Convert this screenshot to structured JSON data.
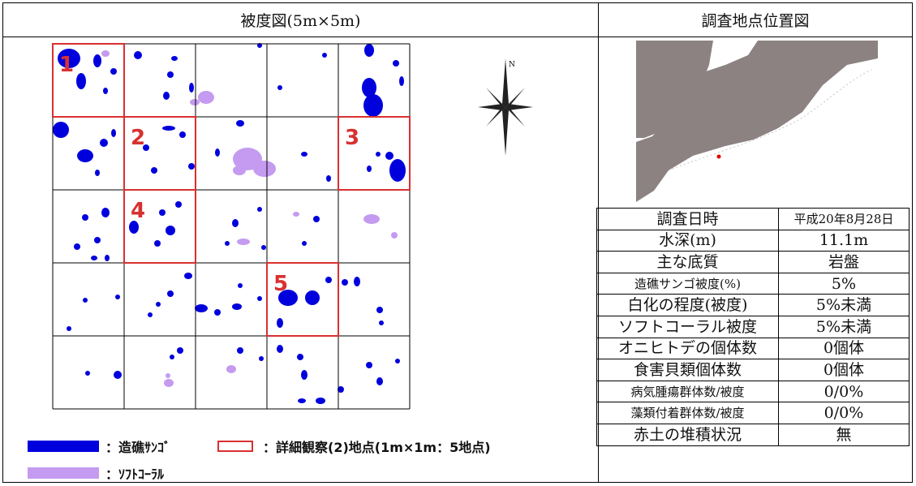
{
  "left_panel": {
    "title": "被度図(5m×5m)",
    "grid": {
      "rows": 5,
      "cols": 5
    },
    "detail_points": [
      {
        "label": "1",
        "row": 0,
        "col": 0
      },
      {
        "label": "2",
        "row": 1,
        "col": 1
      },
      {
        "label": "3",
        "row": 1,
        "col": 4
      },
      {
        "label": "4",
        "row": 2,
        "col": 1
      },
      {
        "label": "5",
        "row": 3,
        "col": 3
      }
    ],
    "legend": [
      {
        "swatch": "blue-bar",
        "color": "#0000dd",
        "text": "：造礁ｻﾝｺﾞ"
      },
      {
        "swatch": "red-outline-box",
        "color": "#d93030",
        "text": "：詳細観察(2)地点(1m×1m：5地点)"
      },
      {
        "swatch": "lilac-bar",
        "color": "#c49bf0",
        "text": "：ｿﾌﾄｺｰﾗﾙ"
      }
    ],
    "compass_label": "N",
    "colors": {
      "coral": "#0000dd",
      "soft_coral": "#c49bf0",
      "detail_box": "#d93030"
    }
  },
  "right_panel": {
    "title": "調査地点位置図",
    "map_colors": {
      "land": "#8c8282",
      "sea": "#ffffff",
      "marker": "#e00000"
    },
    "table": [
      {
        "key": "調査日時",
        "value": "平成20年8月28日"
      },
      {
        "key": "水深(m)",
        "value": "11.1m"
      },
      {
        "key": "主な底質",
        "value": "岩盤"
      },
      {
        "key": "造礁サンゴ被度(%)",
        "value": "5%"
      },
      {
        "key": "白化の程度(被度)",
        "value": "5%未満"
      },
      {
        "key": "ソフトコーラル被度",
        "value": "5%未満"
      },
      {
        "key": "オニヒトデの個体数",
        "value": "0個体"
      },
      {
        "key": "食害貝類個体数",
        "value": "0個体"
      },
      {
        "key": "病気腫瘍群体数/被度",
        "value": "0/0%"
      },
      {
        "key": "藻類付着群体数/被度",
        "value": "0/0%"
      },
      {
        "key": "赤土の堆積状況",
        "value": "無"
      }
    ]
  }
}
